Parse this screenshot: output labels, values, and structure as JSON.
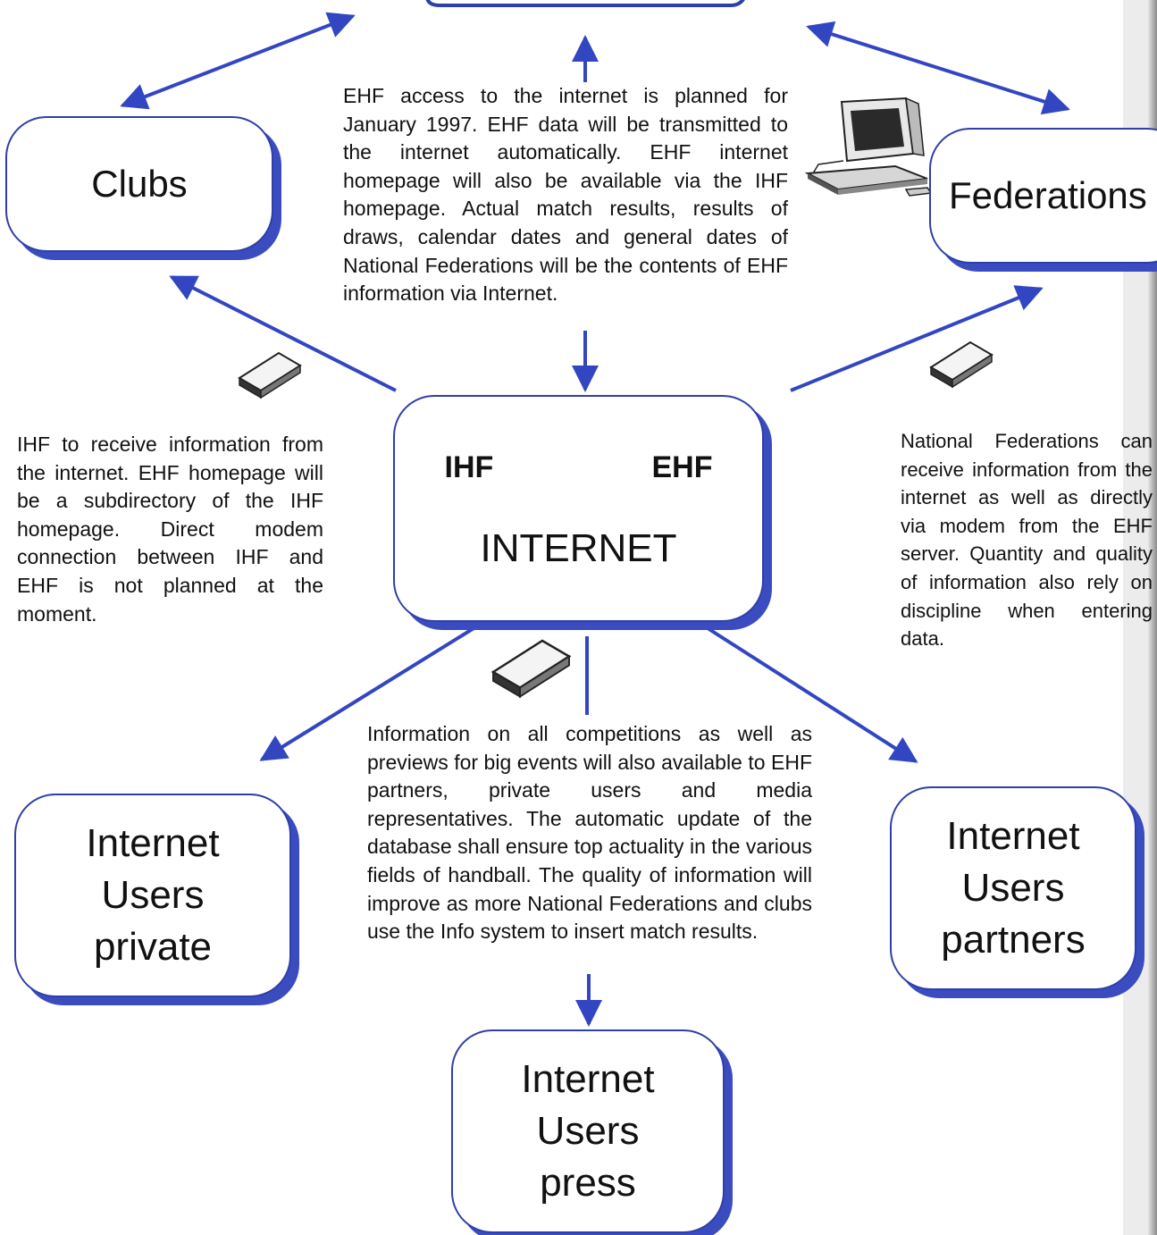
{
  "nodes": {
    "clubs": "Clubs",
    "federations": "Federations",
    "center": {
      "left": "IHF",
      "right": "EHF",
      "title": "INTERNET"
    },
    "private": {
      "line1": "Internet",
      "line2": "Users",
      "line3": "private"
    },
    "partners": {
      "line1": "Internet",
      "line2": "Users",
      "line3": "partners"
    },
    "press": {
      "line1": "Internet",
      "line2": "Users",
      "line3": "press"
    }
  },
  "texts": {
    "top": "EHF access to the internet is planned for January 1997. EHF data will be transmitted to the internet automatically. EHF internet homepage will also be available via the IHF homepage. Actual match results, results of draws, calendar dates and general dates of National Federations will be the contents of EHF information via Internet.",
    "left": "IHF to receive information from the internet. EHF homepage will be a subdirectory of the IHF homepage. Direct modem connection between IHF and EHF is not planned at the moment.",
    "right": "National Federations can receive information from the internet as well as directly via modem from the EHF server. Quantity and quality of information also rely on discipline when entering data.",
    "bottom": "Information on all competitions as well as previews for big events will also available to EHF partners, private users and media representatives. The automatic update of the database shall ensure top actuality in the various fields of handball. The quality of information will improve as more National Federations and clubs use the Info system to insert match results."
  },
  "colors": {
    "arrow": "#3346c2",
    "box_border": "#2e3fa8",
    "box_shadow": "#3b4cc0"
  },
  "icons": [
    "computer-icon",
    "modem-icon"
  ]
}
